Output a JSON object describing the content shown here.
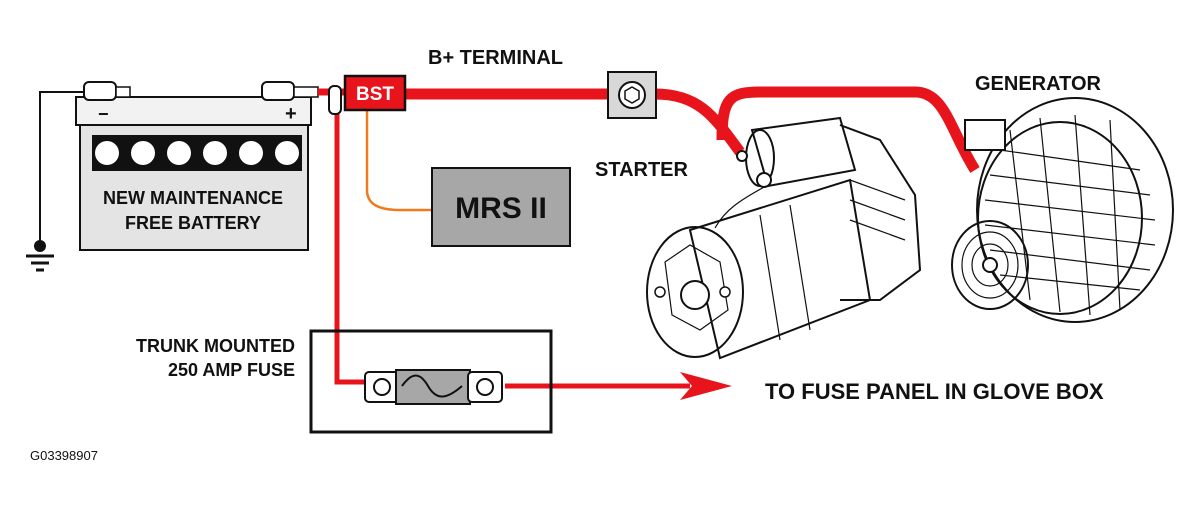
{
  "labels": {
    "b_plus_terminal": "B+ TERMINAL",
    "generator": "GENERATOR",
    "starter": "STARTER",
    "bst": "BST",
    "mrs": "MRS II",
    "battery_line1": "NEW MAINTENANCE",
    "battery_line2": "FREE BATTERY",
    "battery_minus": "−",
    "battery_plus": "+",
    "fuse_line1": "TRUNK MOUNTED",
    "fuse_line2": "250 AMP FUSE",
    "to_fuse_panel": "TO FUSE PANEL IN GLOVE BOX",
    "figure_id": "G03398907"
  },
  "colors": {
    "main_cable": "#e8141c",
    "signal_wire": "#f07a1e",
    "box_gray": "#a7a7a7",
    "battery_gray": "#e4e4e4",
    "ink": "#111111"
  },
  "icons": [
    "battery-icon",
    "ground-icon",
    "b-plus-terminal-icon",
    "starter-motor-icon",
    "generator-icon",
    "fuse-icon",
    "arrow-right-icon"
  ]
}
